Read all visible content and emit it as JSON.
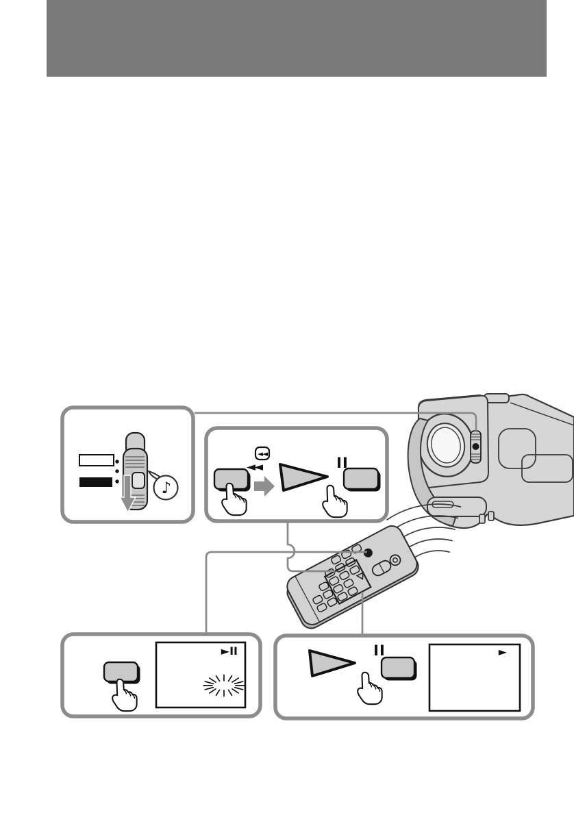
{
  "page": {
    "background": "#ffffff",
    "header_bar": {
      "color": "#7a7a7a"
    }
  },
  "symbols": {
    "rewind_badge": "◄◄",
    "rewind": "◄◄",
    "pause_camcorder": "II",
    "pause_remote": "II",
    "play_pause_indicator": "►II",
    "play_indicator": "►",
    "music_note": "♪"
  },
  "colors": {
    "panel_border": "#8c8c8c",
    "connector_line": "#8a8a8a",
    "button_fill": "#c9c9c9",
    "outline": "#111111",
    "illustration_fill": "#d6d6d6",
    "illustration_outline": "#3a3a3a",
    "arrow_fill": "#8f8f8f"
  }
}
